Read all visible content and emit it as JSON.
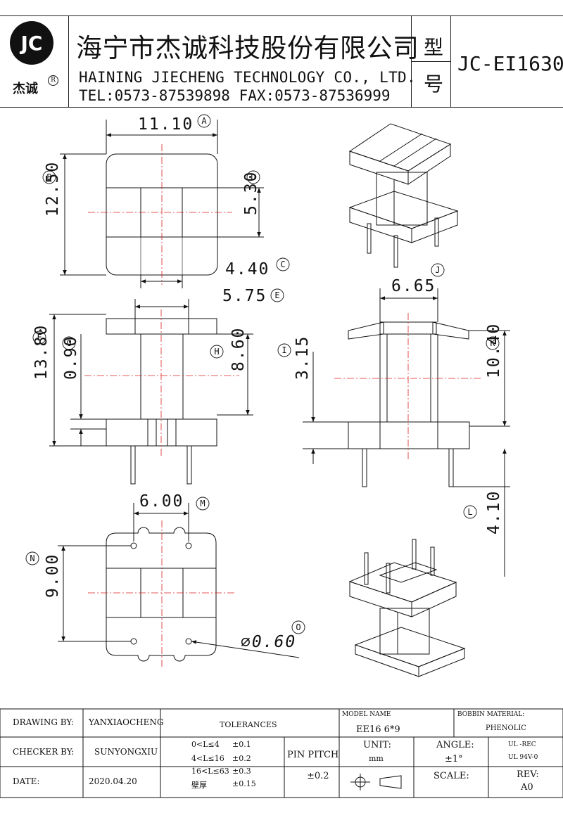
{
  "header": {
    "logo_text": "JC",
    "logo_label": "杰诚",
    "registered_mark": "R",
    "company_name_cn": "海宁市杰诚科技股份有限公司",
    "company_name_en": "HAINING JIECHENG TECHNOLOGY CO., LTD.",
    "contact": "TEL:0573-87539898  FAX:0573-87536999",
    "type_label_1": "型",
    "type_label_2": "号",
    "model_number": "JC-EI1630"
  },
  "dimensions": {
    "A": {
      "value": "11.10",
      "mark": "A"
    },
    "B": {
      "value": "12.50",
      "mark": "B"
    },
    "C": {
      "value": "4.40",
      "mark": "C"
    },
    "D": {
      "value": "5.30",
      "mark": "D"
    },
    "E": {
      "value": "5.75",
      "mark": "E"
    },
    "F": {
      "value": "13.80",
      "mark": "F"
    },
    "G": {
      "value": "0.90",
      "mark": "G"
    },
    "H": {
      "value": "8.60",
      "mark": "H"
    },
    "I": {
      "value": "3.15",
      "mark": "I"
    },
    "J": {
      "value": "6.65",
      "mark": "J"
    },
    "K": {
      "value": "10.40",
      "mark": "K"
    },
    "L": {
      "value": "4.10",
      "mark": "L"
    },
    "M": {
      "value": "6.00",
      "mark": "M"
    },
    "N": {
      "value": "9.00",
      "mark": "N"
    },
    "O": {
      "value": "⌀0.60",
      "mark": "O"
    }
  },
  "title_block": {
    "drawing_by_label": "DRAWING  BY:",
    "drawing_by": "YANXIAOCHENG",
    "checker_by_label": "CHECKER  BY:",
    "checker_by": "SUNYONGXIU",
    "date_label": "DATE:",
    "date": "2020.04.20",
    "tolerances_label": "TOLERANCES",
    "tol_row1_range": "0<L≤4",
    "tol_row1_value": "±0.1",
    "tol_row2_range": "4<L≤16",
    "tol_row2_value": "±0.2",
    "tol_row3_range": "16<L≤63",
    "tol_row3_value": "±0.3",
    "tol_row4_range": "壁厚",
    "tol_row4_value": "±0.15",
    "pin_pitch_label": "PIN PITCH",
    "pin_pitch_value": "±0.2",
    "model_name_label": "MODEL NAME",
    "model_name": "EE16  6*9",
    "unit_label": "UNIT:",
    "unit": "mm",
    "angle_label": "ANGLE:",
    "angle": "±1°",
    "scale_label": "SCALE:",
    "bobbin_material_label": "BOBBIN MATERIAL:",
    "bobbin_material": "PHENOLIC",
    "ul_rec": "UL -REC",
    "ul_rating": "UL  94V-0",
    "rev_label": "REV:",
    "rev": "A0"
  }
}
